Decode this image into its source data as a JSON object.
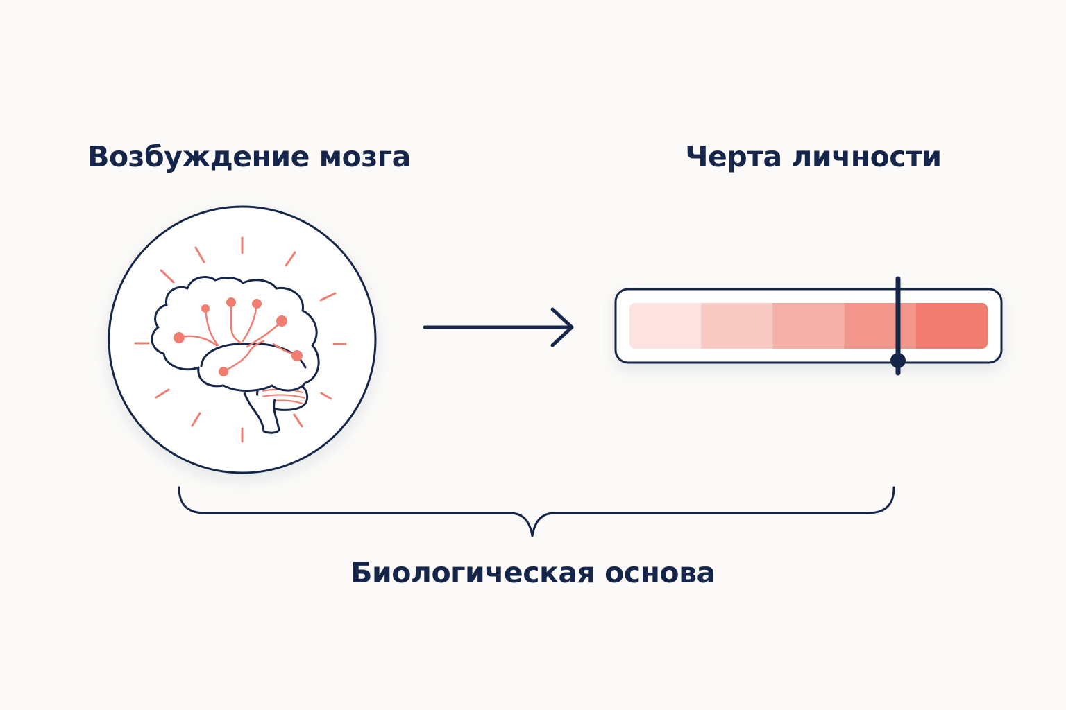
{
  "labels": {
    "brain_arousal": "Возбуждение мозга",
    "personality_trait": "Черта личности",
    "biological_basis": "Биологическая основа"
  },
  "trait_scale": {
    "level": 0.75,
    "segments": 5
  },
  "colors": {
    "ink": "#16254a",
    "accent": "#f07d70",
    "background": "#fbfaf8"
  },
  "icons": {
    "left": "brain-icon",
    "center": "arrow-right-icon",
    "bottom": "curly-brace-icon"
  }
}
